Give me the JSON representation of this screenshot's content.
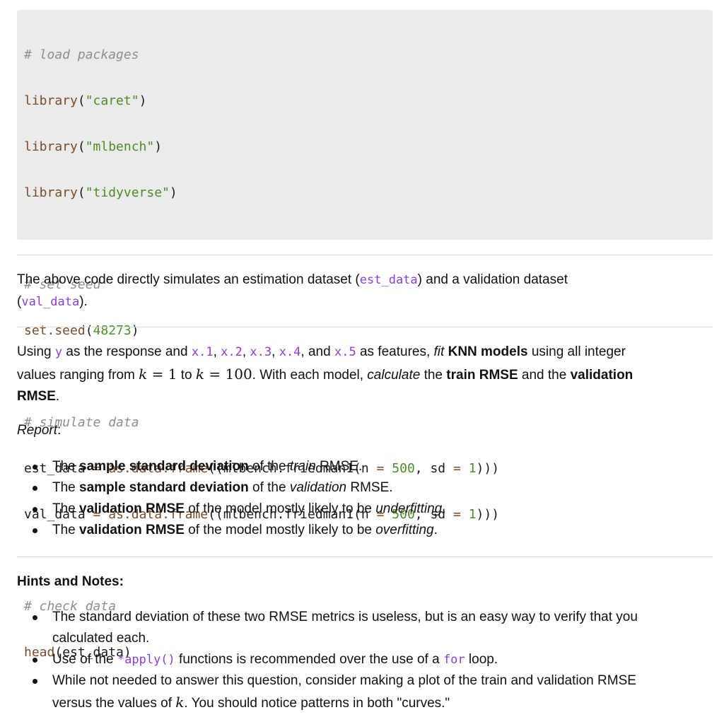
{
  "code": {
    "comment_load": "# load packages",
    "lib_fn": "library",
    "lib1": "\"caret\"",
    "lib2": "\"mlbench\"",
    "lib3": "\"tidyverse\"",
    "comment_seed": "# set seed",
    "seed_fn": "set.seed",
    "seed_val": "48273",
    "comment_sim": "# simulate data",
    "est_var": "est_data",
    "val_var": "val_data",
    "assign_op": "=",
    "df_fn": "as.data.frame",
    "friedman_fn": "mlbench.friedman1",
    "n_arg": "n",
    "n_val": "500",
    "sd_arg": "sd",
    "sd_val": "1",
    "comment_check": "# check data",
    "head_fn": "head",
    "head_arg": "est_data"
  },
  "para1": {
    "text_a": "The above code directly simulates an estimation dataset (",
    "code_a": "est_data",
    "text_b": ") and a validation dataset",
    "text_c": "(",
    "code_b": "val_data",
    "text_d": ")."
  },
  "para2": {
    "t1": "Using ",
    "c_y": "y",
    "t2": " as the response and ",
    "c_x1": "x.1",
    "c_x2": "x.2",
    "c_x3": "x.3",
    "c_x4": "x.4",
    "t_and": ", and ",
    "c_x5": "x.5",
    "t3": " as features, ",
    "fit": "fit",
    "knn": "KNN models",
    "t4": " using all integer",
    "t5": "values ranging from ",
    "k": "k",
    "eq1": " = 1",
    "to": " to ",
    "eq2": " = 100",
    "t6": ". With each model, ",
    "calculate": "calculate",
    "t7": " the ",
    "train_rmse": "train RMSE",
    "t8": " and the ",
    "validation": "validation",
    "rmse": "RMSE",
    "period": "."
  },
  "report_label": "Report",
  "report_colon": ":",
  "report_items": [
    {
      "a": "The ",
      "b": "sample standard deviation",
      "c": " of the ",
      "d": "train",
      "e": " RMSE."
    },
    {
      "a": "The ",
      "b": "sample standard deviation",
      "c": " of the ",
      "d": "validation",
      "e": " RMSE."
    },
    {
      "a": "The ",
      "b": "validation RMSE",
      "c": " of the model mostly likely to be ",
      "d": "underfitting",
      "e": "."
    },
    {
      "a": "The ",
      "b": "validation RMSE",
      "c": " of the model mostly likely to be ",
      "d": "overfitting",
      "e": "."
    }
  ],
  "hints_heading": "Hints and Notes:",
  "hints": {
    "h1a": "The standard deviation of these two RMSE metrics is useless, but is an easy way to verify that you",
    "h1b": "calculated each.",
    "h2a": "Use of the ",
    "h2code": "*apply()",
    "h2b": " functions is recommended over the use of a ",
    "h2for": "for",
    "h2c": " loop.",
    "h3a": "While not needed to answer this question, consider making a plot of the train and validation RMSE",
    "h3b": "versus the values of ",
    "h3k": "k",
    "h3c": ". You should notice patterns in both \"curves.\""
  }
}
